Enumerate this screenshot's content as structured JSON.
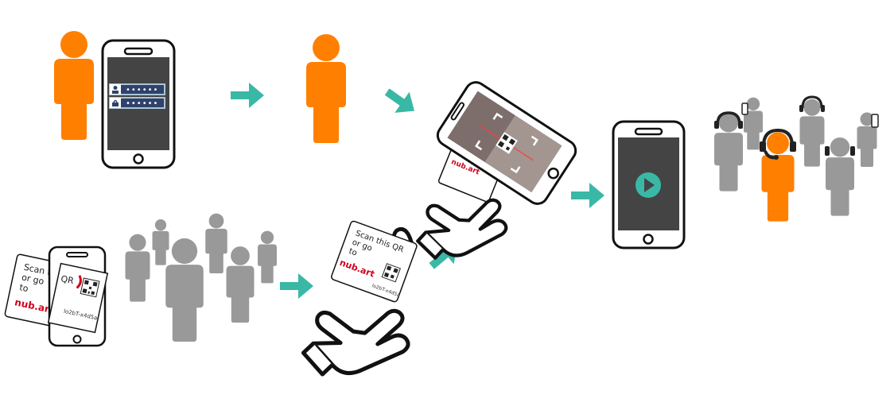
{
  "colors": {
    "orange": "#ff7f00",
    "gray": "#999999",
    "teal": "#3ab8a6",
    "phone_outline": "#111111",
    "screen": "#444444",
    "login_field": "#31416b",
    "login_field_border": "#a8c6d6",
    "brand_red": "#d0021b"
  },
  "icons": [
    "person-icon",
    "smartphone-icon",
    "login-form-icon",
    "arrow-icon",
    "hand-icon",
    "qr-code-icon",
    "play-icon",
    "headphones-icon",
    "crowd-icon"
  ],
  "login": {
    "user_mask": "••••••",
    "pass_mask": "••••••"
  },
  "card": {
    "line1": "Scan this QR",
    "line2": "or go",
    "line3": "to",
    "brand": "nub.art",
    "code": "lo2bT-x4d5a",
    "qr_label": "QR"
  }
}
